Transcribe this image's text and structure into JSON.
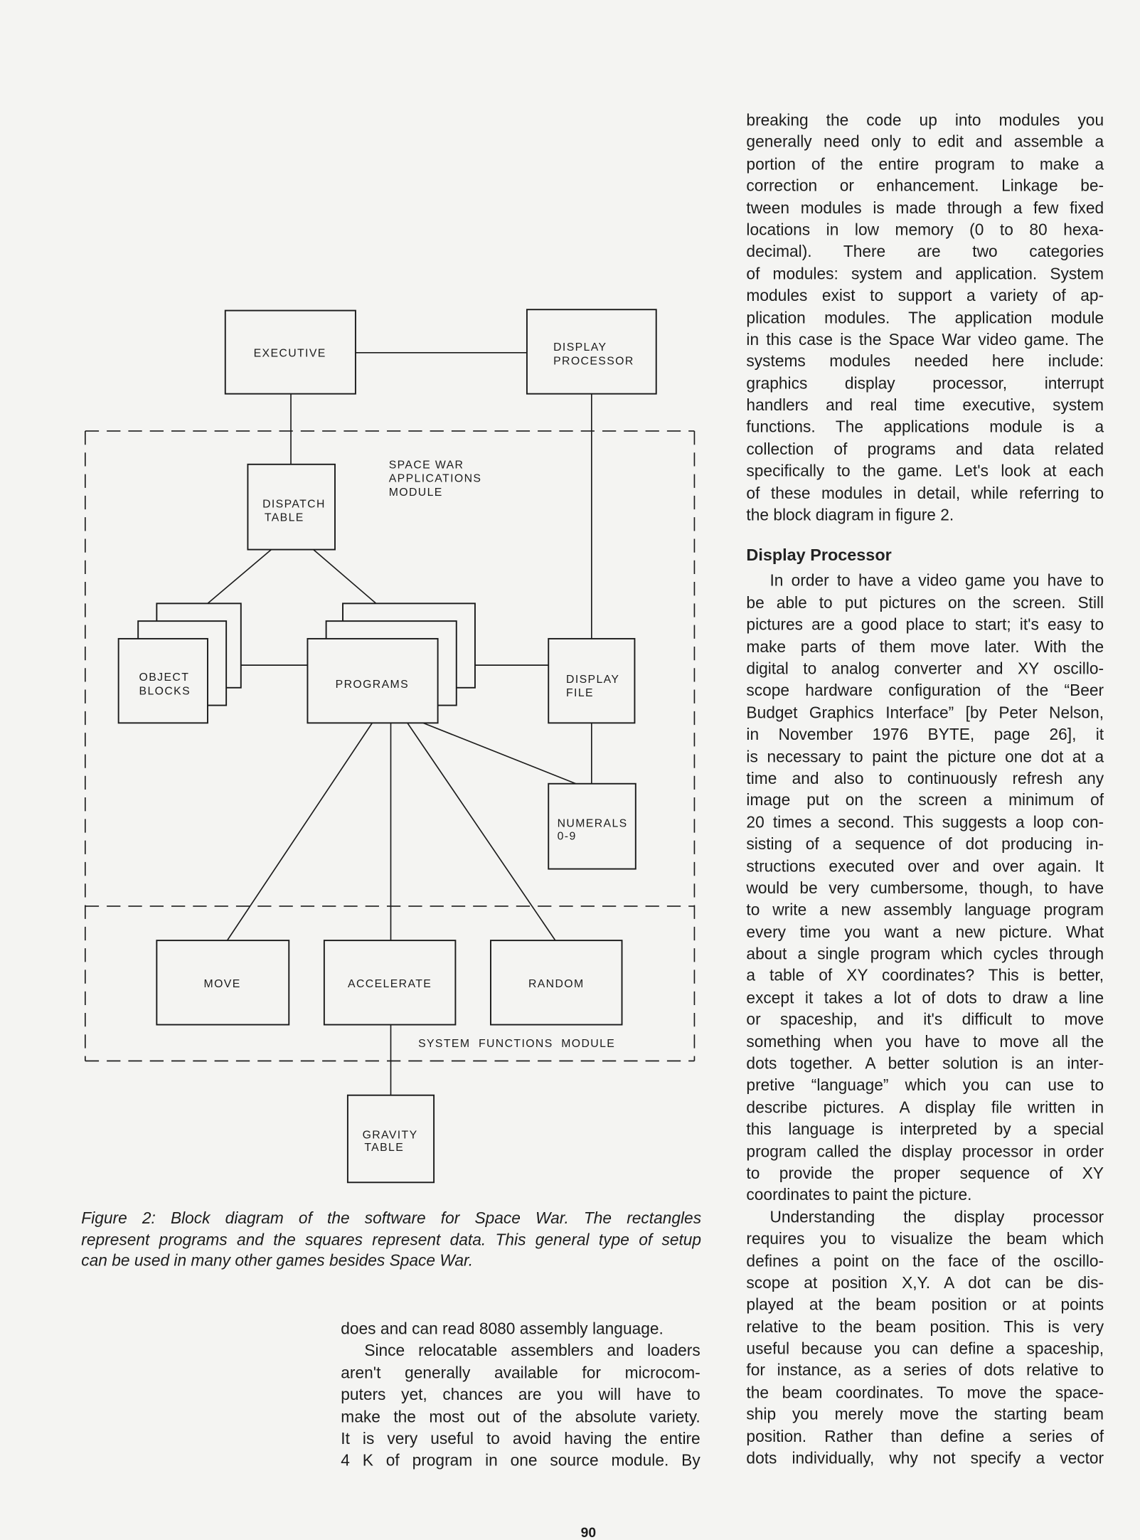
{
  "diagram": {
    "executive": "EXECUTIVE",
    "display_processor": [
      "DISPLAY",
      "PROCESSOR"
    ],
    "apps_module": [
      "SPACE WAR",
      "APPLICATIONS",
      "MODULE"
    ],
    "dispatch_table": [
      "DISPATCH",
      "TABLE"
    ],
    "object_blocks": [
      "OBJECT",
      "BLOCKS"
    ],
    "programs": "PROGRAMS",
    "display_file": [
      "DISPLAY",
      "FILE"
    ],
    "numerals": [
      "NUMERALS",
      "0-9"
    ],
    "move": "MOVE",
    "accelerate": "ACCELERATE",
    "random": "RANDOM",
    "system_module": "SYSTEM  FUNCTIONS  MODULE",
    "gravity_table": [
      "GRAVITY",
      "TABLE"
    ]
  },
  "caption": [
    "Figure 2: Block diagram of the software for Space War. The rectangles",
    "represent programs and the squares represent data. This general type of setup",
    "can be used in many other games besides Space War."
  ],
  "middle_column": {
    "paragraphs": [
      [
        "does and can read 8080 assembly language."
      ],
      [
        "Since relocatable assemblers and loaders",
        "aren't generally available for microcom-",
        "puters yet, chances are you will have to",
        "make the most out of the absolute variety.",
        "It is very useful to avoid having the entire",
        "4 K of program in one source module. By"
      ]
    ]
  },
  "right_column": {
    "intro": [
      "breaking the code up into modules you",
      "generally need only to edit and assemble a",
      "portion of the entire program to make a",
      "correction or enhancement. Linkage be-",
      "tween modules is made through a few fixed",
      "locations in low memory (0 to 80 hexa-",
      "decimal). There are two categories",
      "of modules: system and application. System",
      "modules exist to support a variety of ap-",
      "plication modules. The application module",
      "in this case is the Space War video game. The",
      "systems modules needed here include:",
      "graphics display processor, interrupt",
      "handlers and real time executive, system",
      "functions. The applications module is a",
      "collection of programs and data related",
      "specifically to the game. Let's look at each",
      "of these modules in detail, while referring to",
      "the block diagram in figure 2."
    ],
    "heading": "Display Processor",
    "paragraphs": [
      [
        "In order to have a video game you have to",
        "be able to put pictures on the screen. Still",
        "pictures are a good place to start; it's easy to",
        "make parts of them move later. With the",
        "digital to analog converter and XY oscillo-",
        "scope hardware configuration of the “Beer",
        "Budget Graphics Interface” [by Peter Nelson,",
        "in November 1976 BYTE, page 26], it",
        "is necessary to paint the picture one dot at a",
        "time and also to continuously refresh any",
        "image put on the screen a minimum of",
        "20 times a second. This suggests a loop con-",
        "sisting of a sequence of dot producing in-",
        "structions executed over and over again. It",
        "would be very cumbersome, though, to have",
        "to write a new assembly language program",
        "every time you want a new picture. What",
        "about a single program which cycles through",
        "a table of XY coordinates? This is better,",
        "except it takes a lot of dots to draw a line",
        "or spaceship, and it's difficult to move",
        "something when you have to move all the",
        "dots together. A better solution is an inter-",
        "pretive “language” which you can use to",
        "describe pictures. A display file written in",
        "this language is interpreted by a special",
        "program called the display processor in order",
        "to provide the proper sequence of XY",
        "coordinates to paint the picture."
      ],
      [
        "Understanding the display processor",
        "requires you to visualize the beam which",
        "defines a point on the face of the oscillo-",
        "scope at position X,Y. A dot can be dis-",
        "played at the beam position or at points",
        "relative to the beam position. This is very",
        "useful because you can define a spaceship,",
        "for instance, as a series of dots relative to",
        "the beam coordinates. To move the space-",
        "ship you merely move the starting beam",
        "position. Rather than define a series of",
        "dots individually, why not specify a vector"
      ]
    ]
  },
  "page_number": "90"
}
